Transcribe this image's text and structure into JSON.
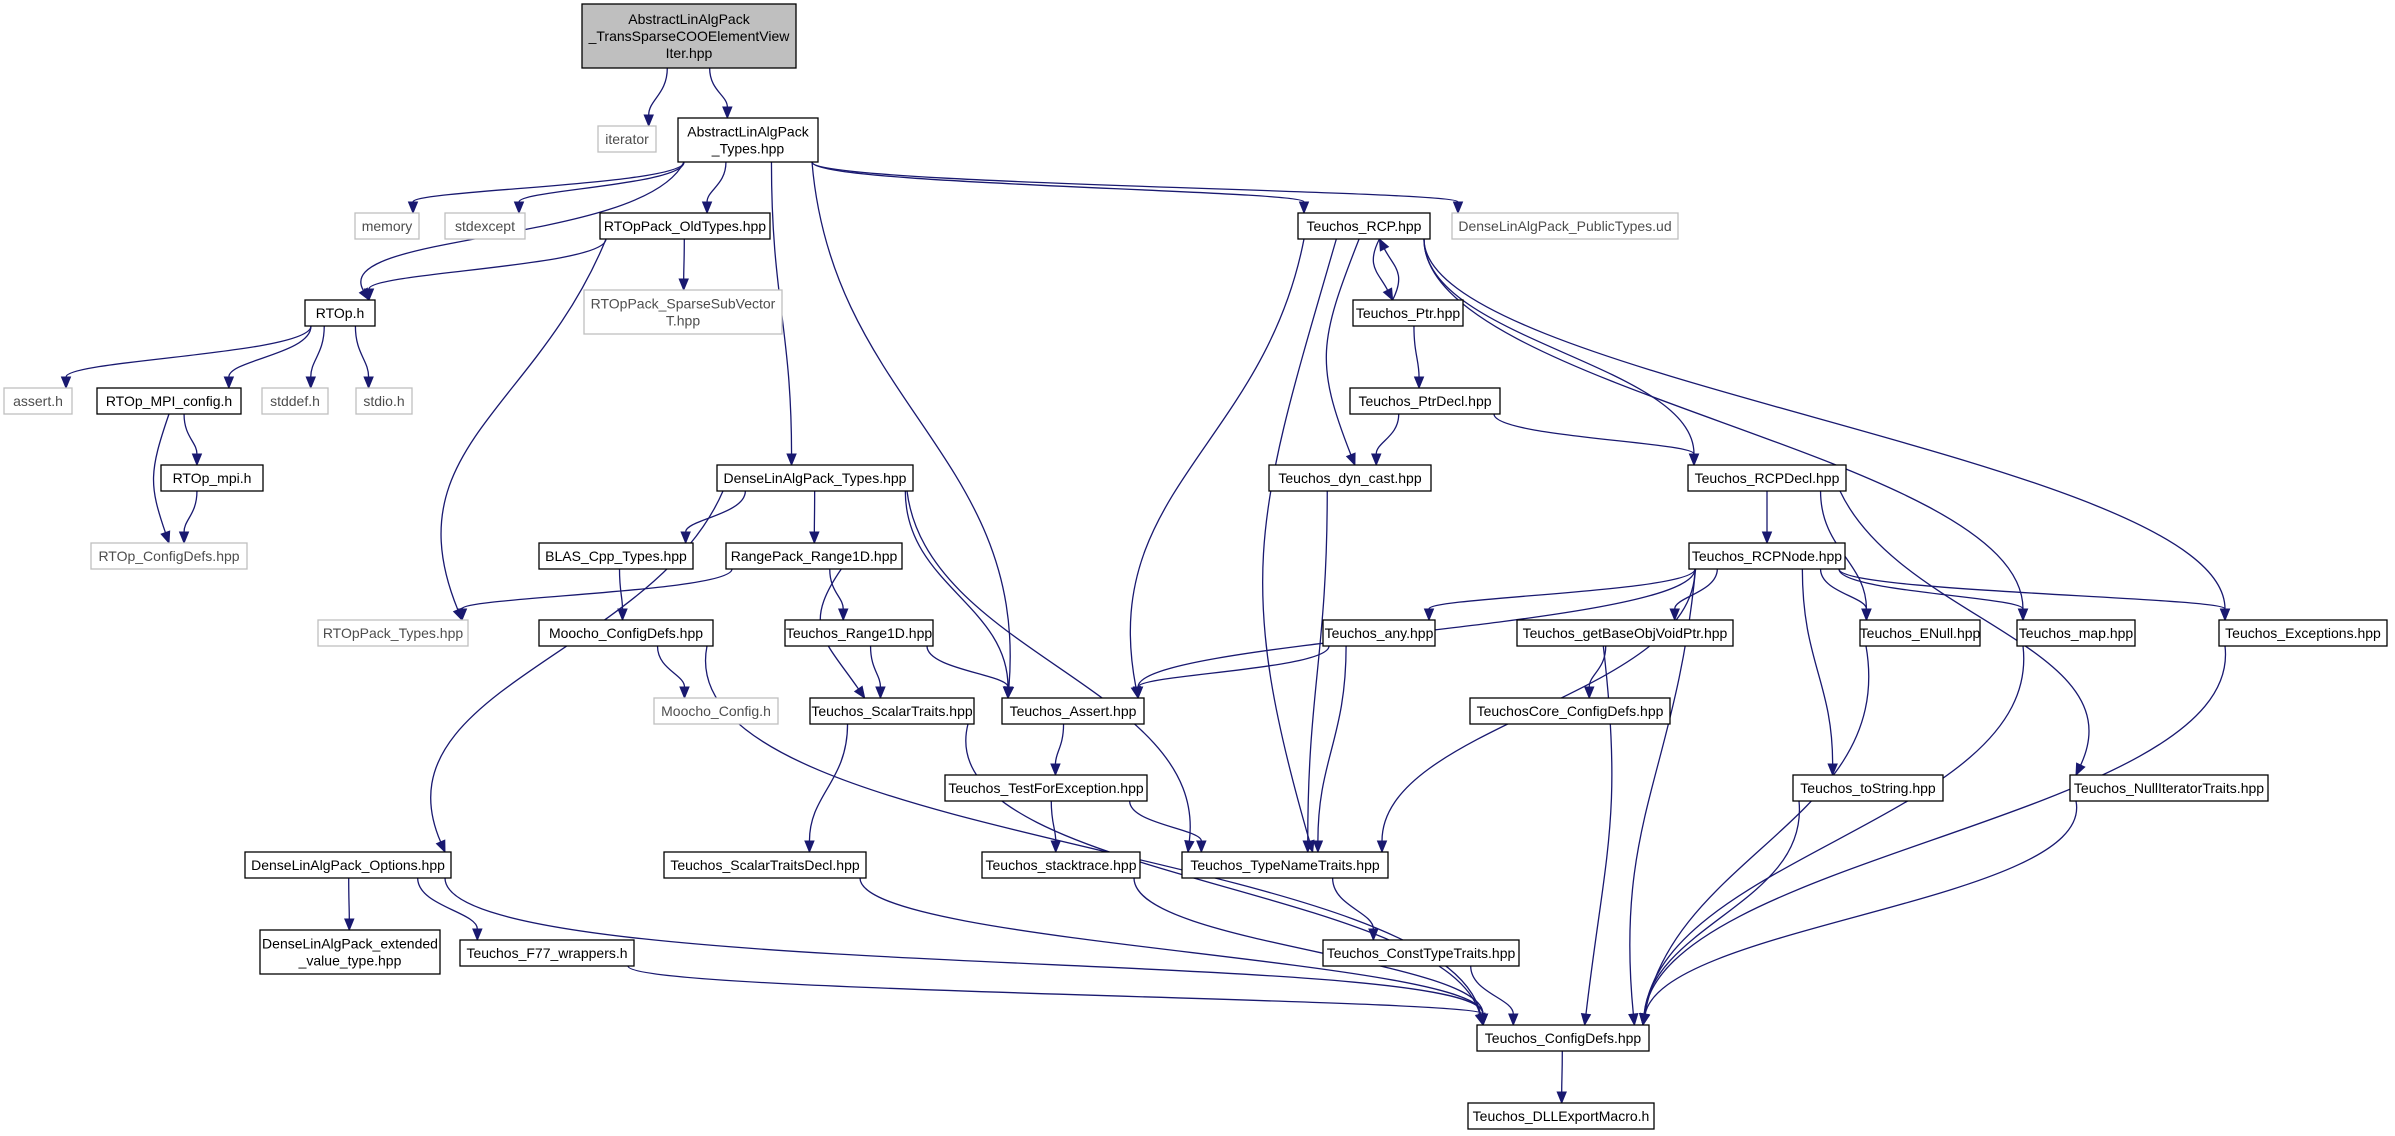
{
  "nodes": [
    {
      "id": "root",
      "lines": [
        "AbstractLinAlgPack",
        "_TransSparseCOOElementView",
        "Iter.hpp"
      ],
      "kind": "root"
    },
    {
      "id": "iterator",
      "lines": [
        "iterator"
      ],
      "kind": "external"
    },
    {
      "id": "types",
      "lines": [
        "AbstractLinAlgPack",
        "_Types.hpp"
      ],
      "kind": "internal"
    },
    {
      "id": "memory",
      "lines": [
        "memory"
      ],
      "kind": "external"
    },
    {
      "id": "stdexcept",
      "lines": [
        "stdexcept"
      ],
      "kind": "external"
    },
    {
      "id": "oldtypes",
      "lines": [
        "RTOpPack_OldTypes.hpp"
      ],
      "kind": "internal"
    },
    {
      "id": "rcp",
      "lines": [
        "Teuchos_RCP.hpp"
      ],
      "kind": "internal"
    },
    {
      "id": "publictypes",
      "lines": [
        "DenseLinAlgPack_PublicTypes.ud"
      ],
      "kind": "external"
    },
    {
      "id": "rtoph",
      "lines": [
        "RTOp.h"
      ],
      "kind": "internal"
    },
    {
      "id": "sparsesub",
      "lines": [
        "RTOpPack_SparseSubVector",
        "T.hpp"
      ],
      "kind": "external"
    },
    {
      "id": "ptr",
      "lines": [
        "Teuchos_Ptr.hpp"
      ],
      "kind": "internal"
    },
    {
      "id": "asserth",
      "lines": [
        "assert.h"
      ],
      "kind": "external"
    },
    {
      "id": "mpiconfig",
      "lines": [
        "RTOp_MPI_config.h"
      ],
      "kind": "internal"
    },
    {
      "id": "stddef",
      "lines": [
        "stddef.h"
      ],
      "kind": "external"
    },
    {
      "id": "stdio",
      "lines": [
        "stdio.h"
      ],
      "kind": "external"
    },
    {
      "id": "ptrdecl",
      "lines": [
        "Teuchos_PtrDecl.hpp"
      ],
      "kind": "internal"
    },
    {
      "id": "rtopmpi",
      "lines": [
        "RTOp_mpi.h"
      ],
      "kind": "internal"
    },
    {
      "id": "dlatypes",
      "lines": [
        "DenseLinAlgPack_Types.hpp"
      ],
      "kind": "internal"
    },
    {
      "id": "dyncast",
      "lines": [
        "Teuchos_dyn_cast.hpp"
      ],
      "kind": "internal"
    },
    {
      "id": "rcpdecl",
      "lines": [
        "Teuchos_RCPDecl.hpp"
      ],
      "kind": "internal"
    },
    {
      "id": "rtopconfig",
      "lines": [
        "RTOp_ConfigDefs.hpp"
      ],
      "kind": "external"
    },
    {
      "id": "blas",
      "lines": [
        "BLAS_Cpp_Types.hpp"
      ],
      "kind": "internal"
    },
    {
      "id": "range1d",
      "lines": [
        "RangePack_Range1D.hpp"
      ],
      "kind": "internal"
    },
    {
      "id": "rcpnode",
      "lines": [
        "Teuchos_RCPNode.hpp"
      ],
      "kind": "internal"
    },
    {
      "id": "rtoppacktypes",
      "lines": [
        "RTOpPack_Types.hpp"
      ],
      "kind": "external"
    },
    {
      "id": "moochoconfigdefs",
      "lines": [
        "Moocho_ConfigDefs.hpp"
      ],
      "kind": "internal"
    },
    {
      "id": "trange1d",
      "lines": [
        "Teuchos_Range1D.hpp"
      ],
      "kind": "internal"
    },
    {
      "id": "any",
      "lines": [
        "Teuchos_any.hpp"
      ],
      "kind": "internal"
    },
    {
      "id": "getbase",
      "lines": [
        "Teuchos_getBaseObjVoidPtr.hpp"
      ],
      "kind": "internal"
    },
    {
      "id": "enull",
      "lines": [
        "Teuchos_ENull.hpp"
      ],
      "kind": "internal"
    },
    {
      "id": "map",
      "lines": [
        "Teuchos_map.hpp"
      ],
      "kind": "internal"
    },
    {
      "id": "exceptions",
      "lines": [
        "Teuchos_Exceptions.hpp"
      ],
      "kind": "internal"
    },
    {
      "id": "moochoconfig",
      "lines": [
        "Moocho_Config.h"
      ],
      "kind": "external"
    },
    {
      "id": "scalartraits",
      "lines": [
        "Teuchos_ScalarTraits.hpp"
      ],
      "kind": "internal"
    },
    {
      "id": "tassert",
      "lines": [
        "Teuchos_Assert.hpp"
      ],
      "kind": "internal"
    },
    {
      "id": "coreconfig",
      "lines": [
        "TeuchosCore_ConfigDefs.hpp"
      ],
      "kind": "internal"
    },
    {
      "id": "testfor",
      "lines": [
        "Teuchos_TestForException.hpp"
      ],
      "kind": "internal"
    },
    {
      "id": "tostring",
      "lines": [
        "Teuchos_toString.hpp"
      ],
      "kind": "internal"
    },
    {
      "id": "nulliter",
      "lines": [
        "Teuchos_NullIteratorTraits.hpp"
      ],
      "kind": "internal"
    },
    {
      "id": "options",
      "lines": [
        "DenseLinAlgPack_Options.hpp"
      ],
      "kind": "internal"
    },
    {
      "id": "scalardecl",
      "lines": [
        "Teuchos_ScalarTraitsDecl.hpp"
      ],
      "kind": "internal"
    },
    {
      "id": "stacktrace",
      "lines": [
        "Teuchos_stacktrace.hpp"
      ],
      "kind": "internal"
    },
    {
      "id": "typename",
      "lines": [
        "Teuchos_TypeNameTraits.hpp"
      ],
      "kind": "internal"
    },
    {
      "id": "extvalue",
      "lines": [
        "DenseLinAlgPack_extended",
        "_value_type.hpp"
      ],
      "kind": "internal"
    },
    {
      "id": "f77",
      "lines": [
        "Teuchos_F77_wrappers.h"
      ],
      "kind": "internal"
    },
    {
      "id": "consttype",
      "lines": [
        "Teuchos_ConstTypeTraits.hpp"
      ],
      "kind": "internal"
    },
    {
      "id": "tconfig",
      "lines": [
        "Teuchos_ConfigDefs.hpp"
      ],
      "kind": "internal"
    },
    {
      "id": "dllexport",
      "lines": [
        "Teuchos_DLLExportMacro.h"
      ],
      "kind": "internal"
    }
  ],
  "edges": [
    [
      "root",
      "iterator"
    ],
    [
      "root",
      "types"
    ],
    [
      "types",
      "memory"
    ],
    [
      "types",
      "stdexcept"
    ],
    [
      "types",
      "oldtypes"
    ],
    [
      "types",
      "rtoph"
    ],
    [
      "types",
      "dlatypes"
    ],
    [
      "types",
      "tassert"
    ],
    [
      "types",
      "rcp"
    ],
    [
      "types",
      "publictypes"
    ],
    [
      "oldtypes",
      "rtoph"
    ],
    [
      "oldtypes",
      "sparsesub"
    ],
    [
      "oldtypes",
      "rtoppacktypes"
    ],
    [
      "rtoph",
      "asserth"
    ],
    [
      "rtoph",
      "mpiconfig"
    ],
    [
      "rtoph",
      "stddef"
    ],
    [
      "rtoph",
      "stdio"
    ],
    [
      "mpiconfig",
      "rtopmpi"
    ],
    [
      "mpiconfig",
      "rtopconfig"
    ],
    [
      "rtopmpi",
      "rtopconfig"
    ],
    [
      "rcp",
      "ptr"
    ],
    [
      "ptr",
      "rcp"
    ],
    [
      "rcp",
      "dyncast"
    ],
    [
      "rcp",
      "rcpdecl"
    ],
    [
      "rcp",
      "tassert"
    ],
    [
      "rcp",
      "typename"
    ],
    [
      "rcp",
      "map"
    ],
    [
      "rcp",
      "exceptions"
    ],
    [
      "ptr",
      "ptrdecl"
    ],
    [
      "ptrdecl",
      "dyncast"
    ],
    [
      "ptrdecl",
      "rcpdecl"
    ],
    [
      "dyncast",
      "typename"
    ],
    [
      "rcpdecl",
      "rcpnode"
    ],
    [
      "rcpdecl",
      "enull"
    ],
    [
      "rcpdecl",
      "nulliter"
    ],
    [
      "rcpnode",
      "tassert"
    ],
    [
      "rcpnode",
      "typename"
    ],
    [
      "rcpnode",
      "any"
    ],
    [
      "rcpnode",
      "getbase"
    ],
    [
      "rcpnode",
      "enull"
    ],
    [
      "rcpnode",
      "map"
    ],
    [
      "rcpnode",
      "exceptions"
    ],
    [
      "rcpnode",
      "tostring"
    ],
    [
      "rcpnode",
      "tconfig"
    ],
    [
      "dlatypes",
      "blas"
    ],
    [
      "dlatypes",
      "range1d"
    ],
    [
      "dlatypes",
      "options"
    ],
    [
      "dlatypes",
      "tassert"
    ],
    [
      "dlatypes",
      "typename"
    ],
    [
      "blas",
      "moochoconfigdefs"
    ],
    [
      "range1d",
      "rtoppacktypes"
    ],
    [
      "range1d",
      "trange1d"
    ],
    [
      "range1d",
      "scalartraits"
    ],
    [
      "moochoconfigdefs",
      "moochoconfig"
    ],
    [
      "moochoconfigdefs",
      "tconfig"
    ],
    [
      "trange1d",
      "scalartraits"
    ],
    [
      "trange1d",
      "tassert"
    ],
    [
      "any",
      "tassert"
    ],
    [
      "any",
      "typename"
    ],
    [
      "getbase",
      "coreconfig"
    ],
    [
      "getbase",
      "tconfig"
    ],
    [
      "enull",
      "tconfig"
    ],
    [
      "map",
      "tconfig"
    ],
    [
      "exceptions",
      "tconfig"
    ],
    [
      "scalartraits",
      "scalardecl"
    ],
    [
      "scalartraits",
      "tconfig"
    ],
    [
      "tassert",
      "testfor"
    ],
    [
      "testfor",
      "stacktrace"
    ],
    [
      "testfor",
      "typename"
    ],
    [
      "tostring",
      "tconfig"
    ],
    [
      "nulliter",
      "tconfig"
    ],
    [
      "options",
      "extvalue"
    ],
    [
      "options",
      "f77"
    ],
    [
      "options",
      "tconfig"
    ],
    [
      "scalardecl",
      "tconfig"
    ],
    [
      "stacktrace",
      "tconfig"
    ],
    [
      "typename",
      "consttype"
    ],
    [
      "consttype",
      "tconfig"
    ],
    [
      "f77",
      "tconfig"
    ],
    [
      "tconfig",
      "dllexport"
    ]
  ]
}
